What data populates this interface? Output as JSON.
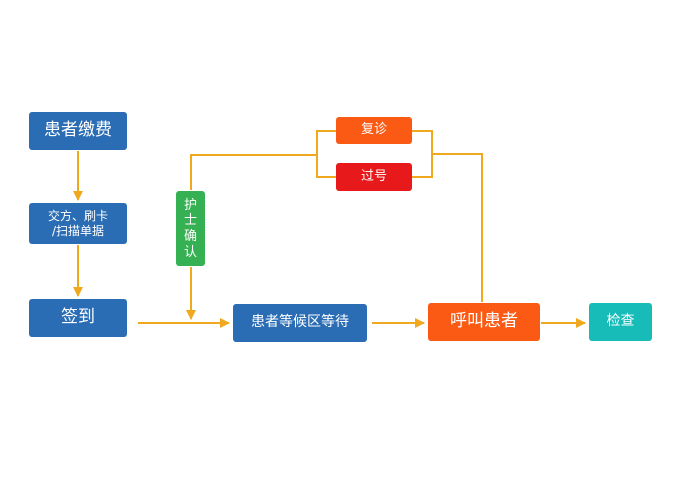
{
  "nodes": {
    "pay": "患者缴费",
    "scan": "交方、刷卡\n/扫描单据",
    "sign": "签到",
    "nurse": "护\n士\n确\n认",
    "wait": "患者等候区等待",
    "call": "呼叫患者",
    "check": "检查",
    "revisit": "复诊",
    "skip": "过号"
  },
  "colors": {
    "blue": "#2a6db5",
    "orange": "#fb5a14",
    "red": "#e8191a",
    "green": "#35b153",
    "teal": "#17bbb8",
    "connector": "#f0a81e"
  }
}
